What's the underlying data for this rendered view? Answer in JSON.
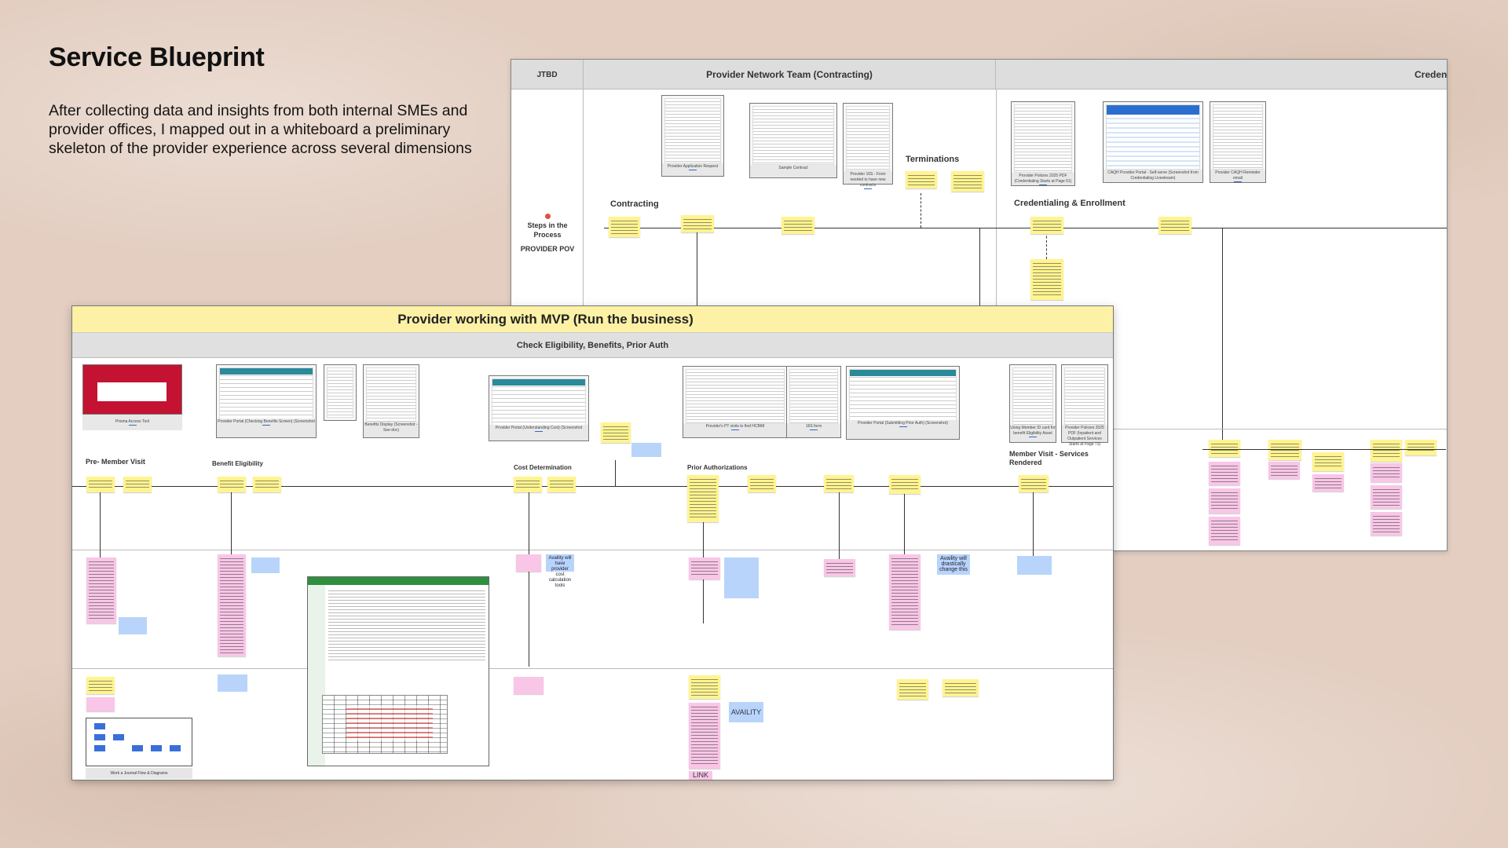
{
  "slide": {
    "title": "Service Blueprint",
    "description": "After collecting data and insights from both internal SMEs and provider offices, I mapped out in a whiteboard a preliminary skeleton of the provider experience across several dimensions"
  },
  "back_board": {
    "jtbd_label": "JTBD",
    "column1_title": "Provider Network Team (Contracting)",
    "column2_title": "Creden",
    "steps_label": "Steps in the Process",
    "pov_label": "PROVIDER POV",
    "sections": {
      "contracting": "Contracting",
      "terminations": "Terminations",
      "credentialing": "Credentialing & Enrollment"
    },
    "docs": [
      {
        "caption": "Provider Application Request",
        "link": "LINK"
      },
      {
        "caption": "Sample Contract"
      },
      {
        "caption": "Provider 16S - Form needed to have new contracts",
        "link": "LINK"
      },
      {
        "caption": "Provider Policies 2025 PDF (Credentialing Starts at Page 61)",
        "link": "LINK"
      },
      {
        "caption": "CAQH Provider Portal - Self-serve (Screenshot from Credentialing Livestream)"
      },
      {
        "caption": "Provider CAQH Reminder email",
        "link": "Link"
      }
    ]
  },
  "front_board": {
    "title": "Provider working with MVP (Run the business)",
    "subtitle": "Check Eligibility, Benefits, Prior Auth",
    "stages": {
      "pre_member_visit": "Pre- Member Visit",
      "benefit_eligibility": "Benefit Eligibility",
      "cost_determination": "Cost Determination",
      "prior_authorizations": "Prior Authorizations",
      "member_visit": "Member Visit - Services Rendered"
    },
    "screens": [
      {
        "caption": "Prisma Access Tool",
        "link": "LINK"
      },
      {
        "caption": "Provider Portal (Checking Benefits Screen)",
        "sub": "(Screenshot",
        "link": "LINK"
      },
      {
        "caption": "Benefits Display",
        "sub": "(Screenshot - See doc)"
      },
      {
        "caption": "Provider Portal (Understanding Cost)",
        "sub": "(Screenshot",
        "link": "LINK"
      },
      {
        "caption": "Provider's PT visits to find HCBIM",
        "link": "LINK"
      },
      {
        "caption": "16S form",
        "link": "LINK"
      },
      {
        "caption": "Provider Portal (Submitting Prior Auth)",
        "sub": "(Screenshot)",
        "link": "LINK"
      },
      {
        "caption": "Using Member ID card for benefit Eligibility Asset",
        "link": "LINK"
      },
      {
        "caption": "Provider Policies 2025 PDF (Inpatient and Outpatient Services Starts at Page 73)"
      }
    ],
    "stickies": {
      "availity_note": "Availity will have provider cost calculation tools",
      "availity_change": "Availity will drastically change this",
      "availity_big": "AVAILITY",
      "link_label": "LINK",
      "flow_caption": "Work a Journal Flow & Diagrams"
    }
  }
}
